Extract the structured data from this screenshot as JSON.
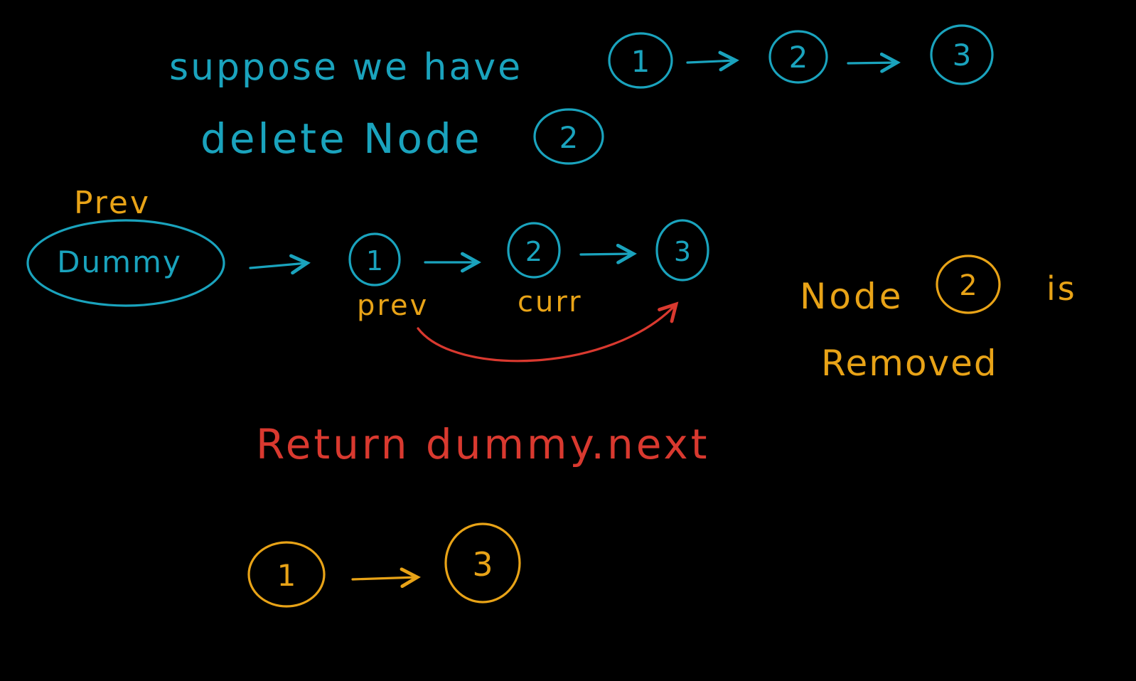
{
  "colors": {
    "background": "#000000",
    "cyan": "#1aa3bd",
    "orange": "#e8a317",
    "red": "#d9392f"
  },
  "intro": {
    "line1": "suppose we have",
    "line2": "delete Node",
    "list_nodes": [
      "1",
      "2",
      "3"
    ],
    "target_node": "2"
  },
  "middle": {
    "dummy_pointer_label": "Prev",
    "dummy_label": "Dummy",
    "nodes": [
      "1",
      "2",
      "3"
    ],
    "prev_label": "prev",
    "curr_label": "curr"
  },
  "result_note": {
    "word_node": "Node",
    "node_value": "2",
    "word_is": "is",
    "word_removed": "Removed"
  },
  "return_statement": "Return dummy.next",
  "final_list": {
    "nodes": [
      "1",
      "3"
    ]
  }
}
